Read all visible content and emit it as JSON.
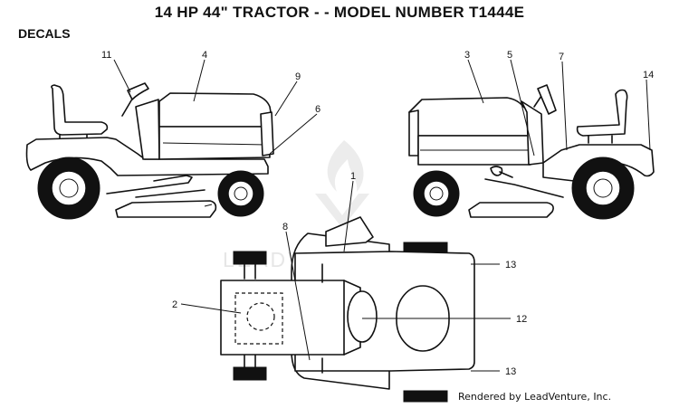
{
  "header": {
    "title": "14 HP 44\" TRACTOR - - MODEL NUMBER T1444E",
    "section": "DECALS"
  },
  "watermark": {
    "text": "LEADVENTURE"
  },
  "footer": {
    "credit": "Rendered by LeadVenture, Inc."
  },
  "callouts": {
    "c1": "1",
    "c2": "2",
    "c3": "3",
    "c4": "4",
    "c5": "5",
    "c6": "6",
    "c7": "7",
    "c8": "8",
    "c9": "9",
    "c11": "11",
    "c12": "12",
    "c13a": "13",
    "c13b": "13",
    "c14": "14"
  },
  "colors": {
    "line": "#111111",
    "background": "#ffffff",
    "watermark": "#e6e6e6"
  }
}
